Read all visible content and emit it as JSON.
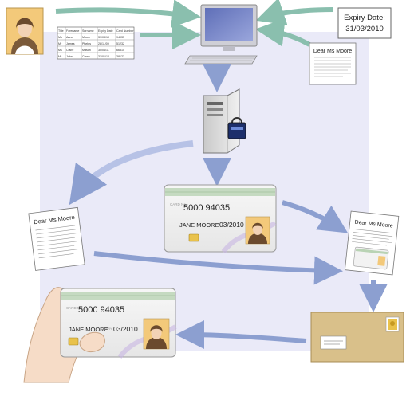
{
  "expiry_note": {
    "line1": "Expiry Date:",
    "line2": "31/03/2010"
  },
  "letter": {
    "salutation": "Dear Ms Moore"
  },
  "card": {
    "number": "5000 94035",
    "name": "JANE MOORE",
    "expiry": "03/2010"
  },
  "spreadsheet": {
    "columns": [
      "Title",
      "Forename",
      "Surname",
      "Expiry Date",
      "Card Number"
    ],
    "rows": [
      [
        "Ms",
        "Anne",
        "Moore",
        "31/03/10",
        "94035"
      ],
      [
        "Mr",
        "James",
        "Phelps",
        "28/11/09",
        "51232"
      ],
      [
        "Ms",
        "Claire",
        "Mason",
        "30/04/11",
        "66810"
      ],
      [
        "Mr",
        "John",
        "Crane",
        "31/01/10",
        "38123"
      ]
    ]
  },
  "colors": {
    "background_panel": "#eaeaf8",
    "arrow": "#8c9fd0",
    "arrow_green": "#8abfae",
    "card_hologram": "#b9d3b4",
    "envelope": "#d9c08a"
  },
  "icons": [
    "person-photo-icon",
    "computer-monitor-icon",
    "keyboard-icon",
    "server-tower-icon",
    "padlock-icon",
    "hand-icon",
    "stamp-icon"
  ]
}
